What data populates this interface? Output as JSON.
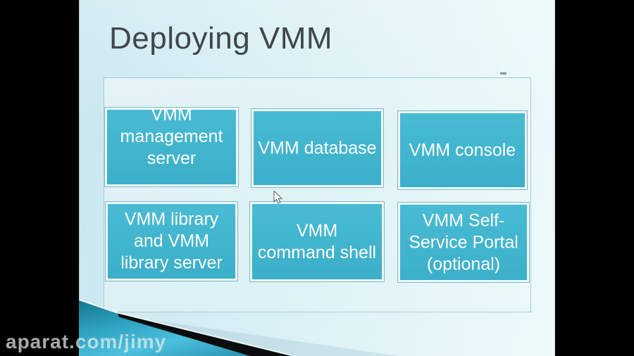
{
  "slide": {
    "title": "Deploying VMM",
    "components": [
      {
        "label": "VMM\nmanagement\nserver"
      },
      {
        "label": "VMM database"
      },
      {
        "label": "VMM console"
      },
      {
        "label": "VMM library\nand VMM\nlibrary server"
      },
      {
        "label": "VMM\ncommand shell"
      },
      {
        "label": "VMM Self-\nService Portal\n(optional)"
      }
    ]
  },
  "watermark": {
    "text": "aparat.com/jimy"
  },
  "colors": {
    "box_fill": "#3fb4ce",
    "box_border": "#eef8fa",
    "box_text": "#ffffff",
    "title_text": "#3e484c",
    "slide_bg_dark": "#c8e6ee",
    "slide_bg_light": "#eefafc",
    "panel_border": "#a3ccd6",
    "wedge_teal_bright": "#4cc0dc",
    "wedge_teal_dark": "#15768f",
    "stripe_black": "#0a0c0d"
  }
}
